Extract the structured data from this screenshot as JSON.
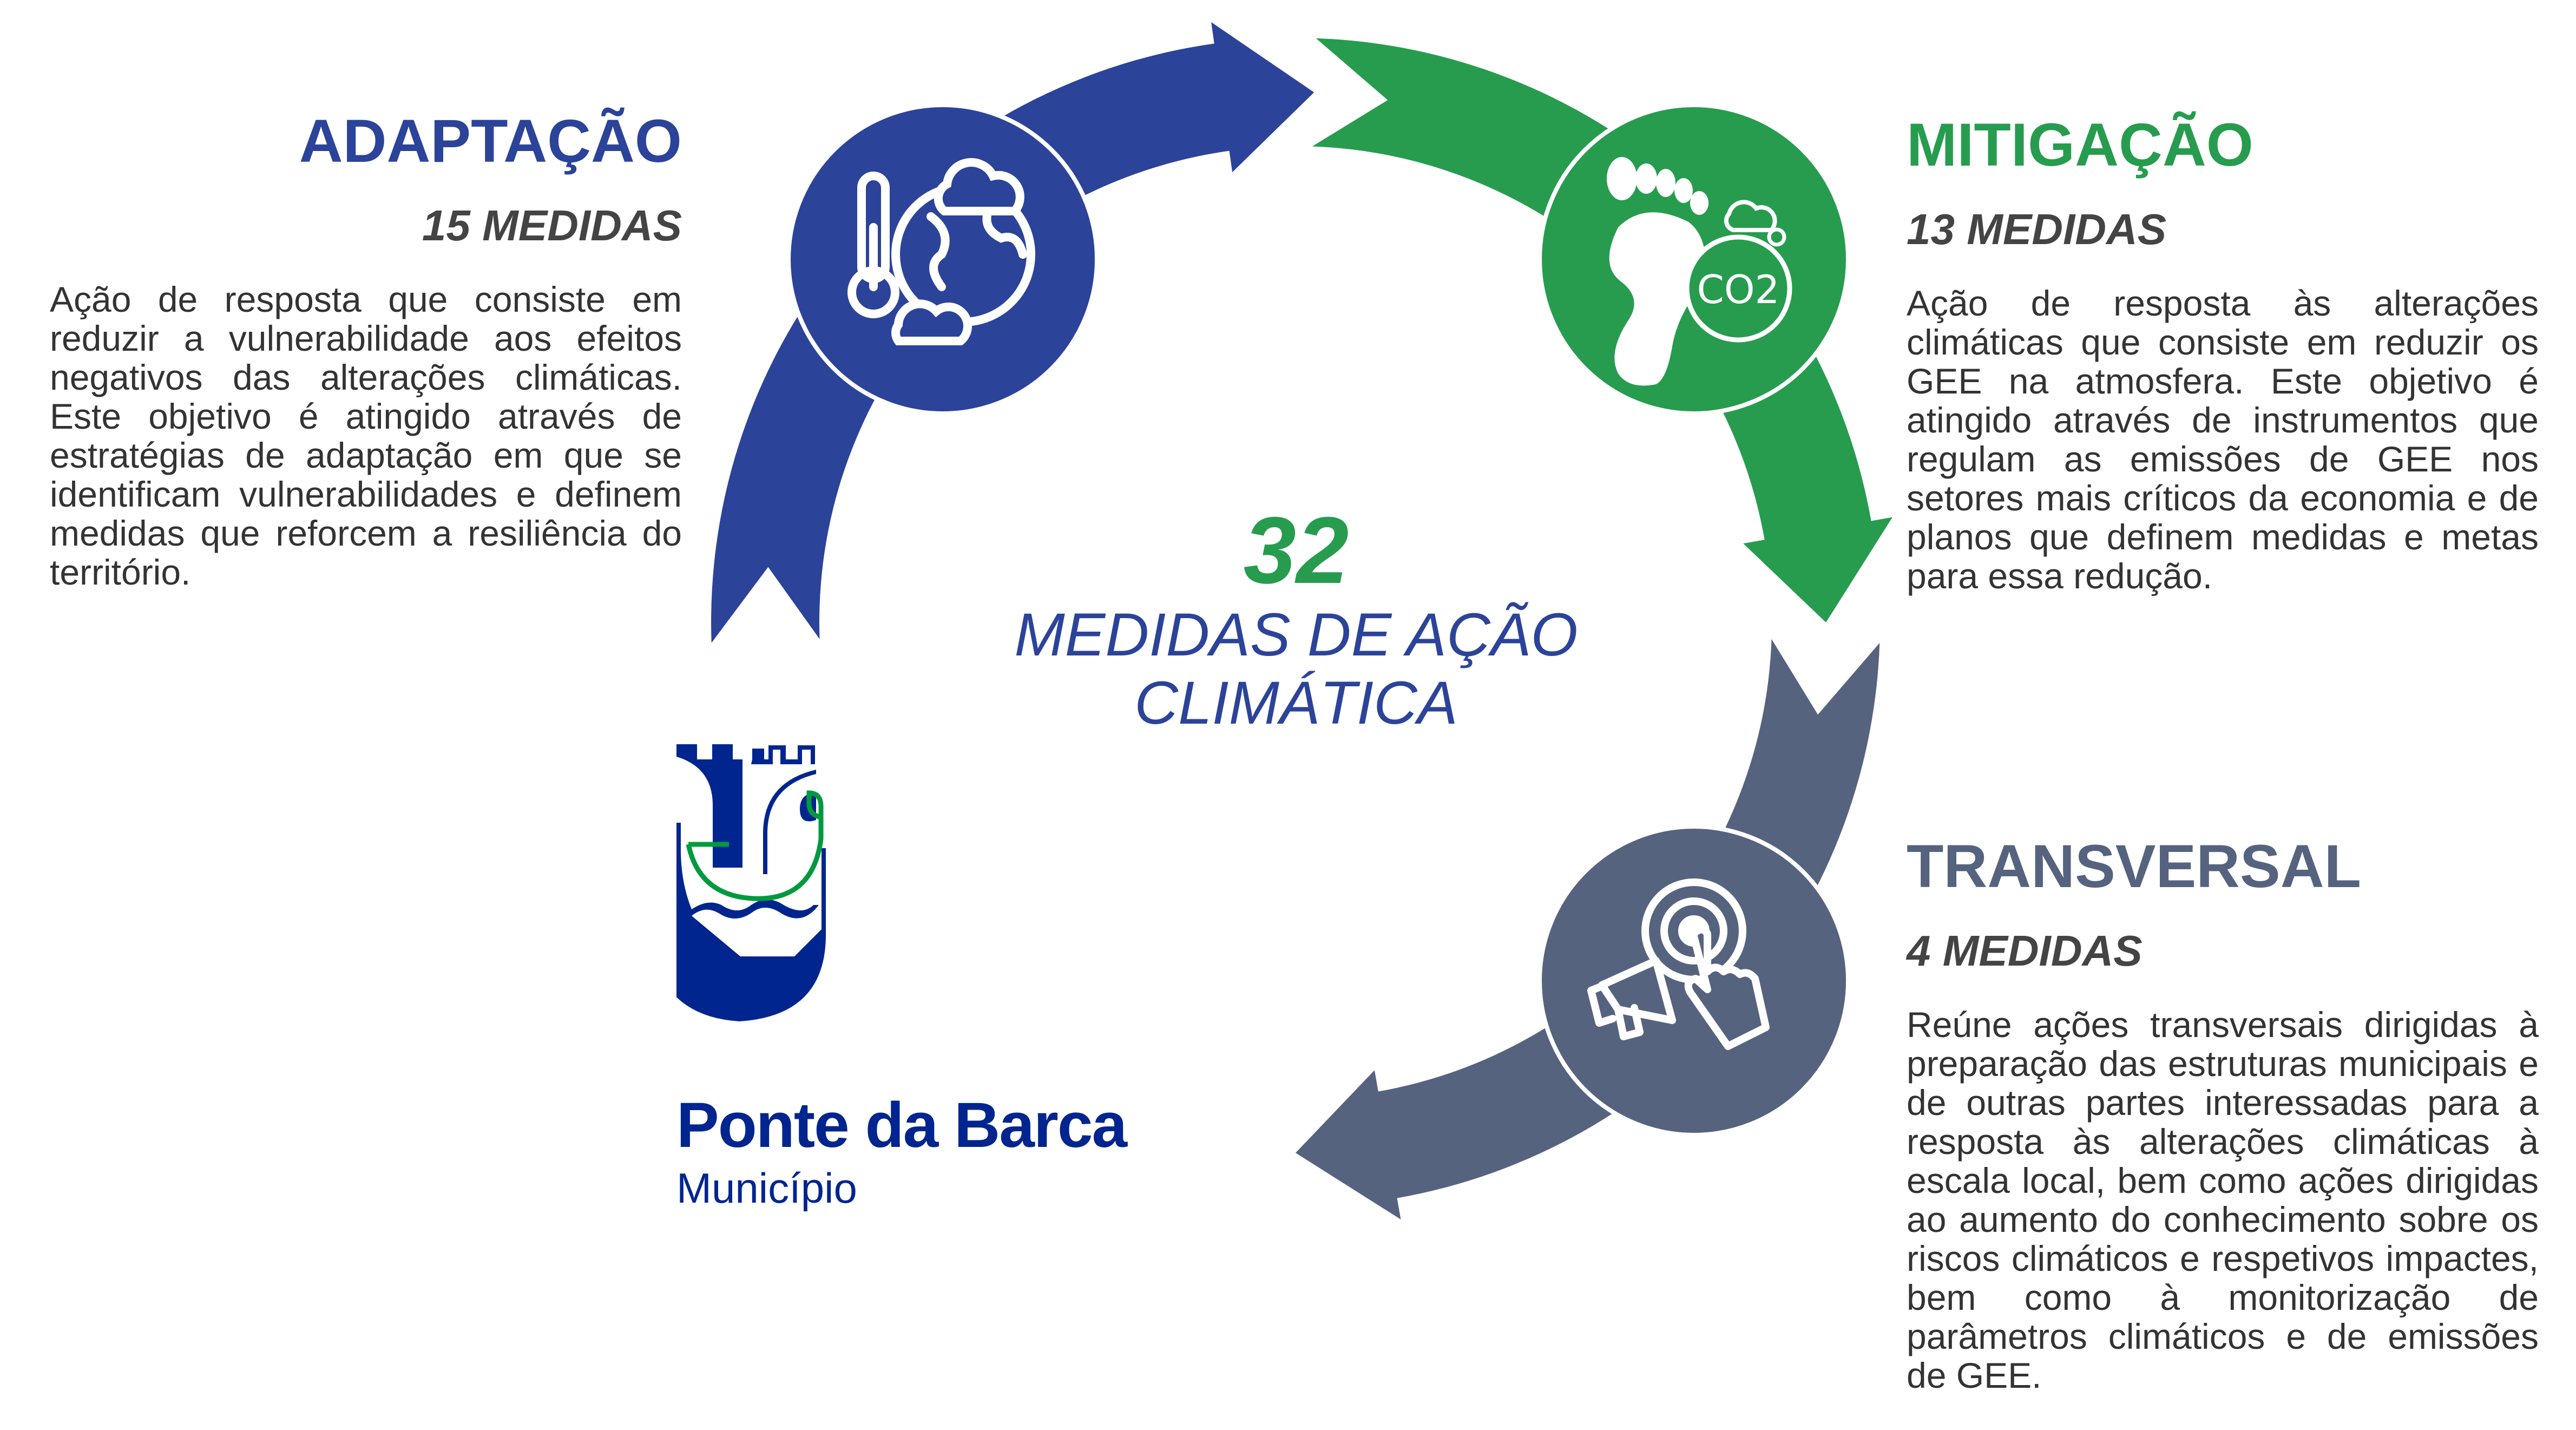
{
  "colors": {
    "adaptacao": "#2b4399",
    "mitigacao": "#279c4f",
    "transversal": "#56637f",
    "logo": "#00258f"
  },
  "center": {
    "total": "32",
    "label_line1": "MEDIDAS DE AÇÃO",
    "label_line2": "CLIMÁTICA"
  },
  "adaptacao": {
    "title": "ADAPTAÇÃO",
    "count": "15 MEDIDAS",
    "icon": "climate-thermometer-globe-icon",
    "description": "Ação de resposta que consiste em reduzir a vulnerabilidade aos efeitos negativos das alterações climáticas. Este objetivo é atingido através de estratégias de adaptação em que se identificam vulnerabilidades e definem medidas que reforcem a resiliência do território."
  },
  "mitigacao": {
    "title": "MITIGAÇÃO",
    "count": "13 MEDIDAS",
    "icon": "co2-footprint-icon",
    "icon_text": "CO2",
    "description": "Ação de resposta às alterações climáticas que consiste em reduzir os GEE na atmosfera. Este objetivo é atingido através de instrumentos que regulam as emissões de GEE nos setores mais críticos da economia e de planos que definem medidas e metas para essa redução."
  },
  "transversal": {
    "title": "TRANSVERSAL",
    "count": "4 MEDIDAS",
    "icon": "megaphone-click-icon",
    "description": "Reúne ações transversais dirigidas à preparação das estruturas municipais e de outras partes interessadas para a resposta às alterações climáticas à escala local, bem como ações dirigidas ao aumento do conhecimento sobre os riscos climáticos e respetivos impactes, bem como à monitorização de parâmetros climáticos e de emissões de GEE."
  },
  "logo": {
    "name": "Ponte da Barca",
    "subtitle": "Município"
  }
}
